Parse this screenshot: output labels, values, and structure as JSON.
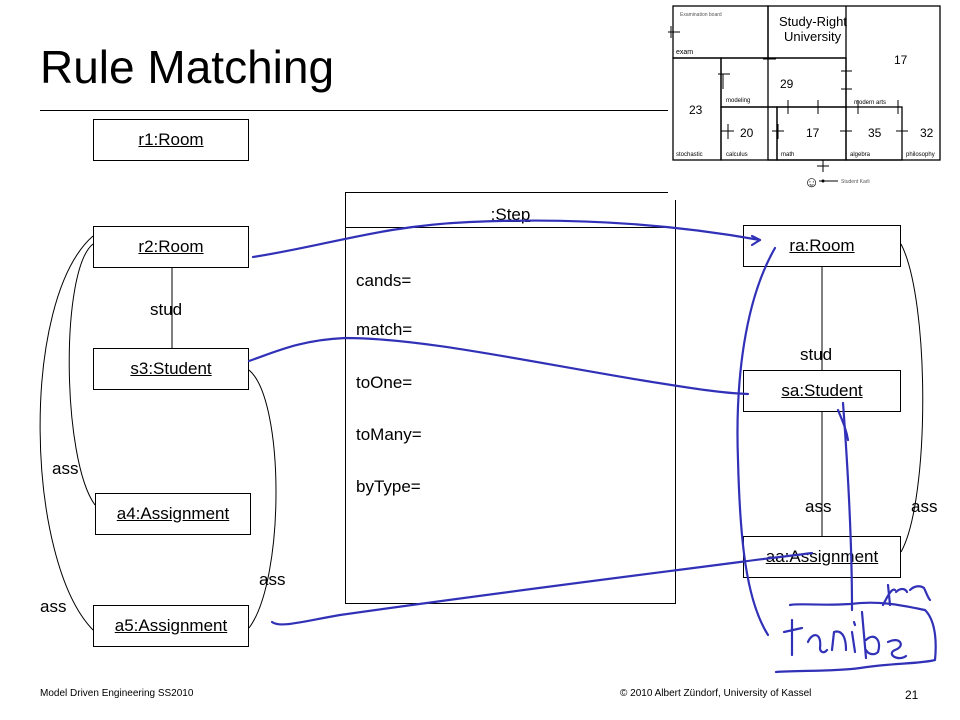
{
  "slide": {
    "title": "Rule Matching",
    "footer_left": "Model Driven Engineering SS2010",
    "footer_center": "© 2010 Albert Zündorf, University of Kassel",
    "page_number": "21"
  },
  "left_objects": {
    "r1": "r1:Room",
    "r2": "r2:Room",
    "s3": "s3:Student",
    "a4": "a4:Assignment",
    "a5": "a5:Assignment"
  },
  "step": {
    "title": ":Step",
    "fields": [
      "cands=",
      "match=",
      "toOne=",
      "toMany=",
      "byType="
    ]
  },
  "right_objects": {
    "ra": "ra:Room",
    "sa": "sa:Student",
    "aa": "aa:Assignment"
  },
  "link_labels": {
    "stud_left": "stud",
    "ass_a4": "ass",
    "ass_a5_outer": "ass",
    "ass_a5_inner": "ass",
    "stud_right": "stud",
    "ass_right_inner": "ass",
    "ass_right_outer": "ass"
  },
  "map": {
    "title_line1": "Study-Right",
    "title_line2": "University",
    "small_top": "Examination board",
    "exam": "exam",
    "num_17_top": "17",
    "num_29": "29",
    "num_23": "23",
    "modeling": "modeling",
    "modern_arts": "modern arts",
    "num_20": "20",
    "num_17_mid": "17",
    "num_35": "35",
    "num_32": "32",
    "stochastic": "stochastic",
    "calculus": "calculus",
    "math": "math",
    "algebra": "algebra",
    "philosophy": "philosophy",
    "student_label": "Student Karli",
    "smiley": "☺"
  },
  "annotation_colors": {
    "pen": "#3131b8"
  }
}
